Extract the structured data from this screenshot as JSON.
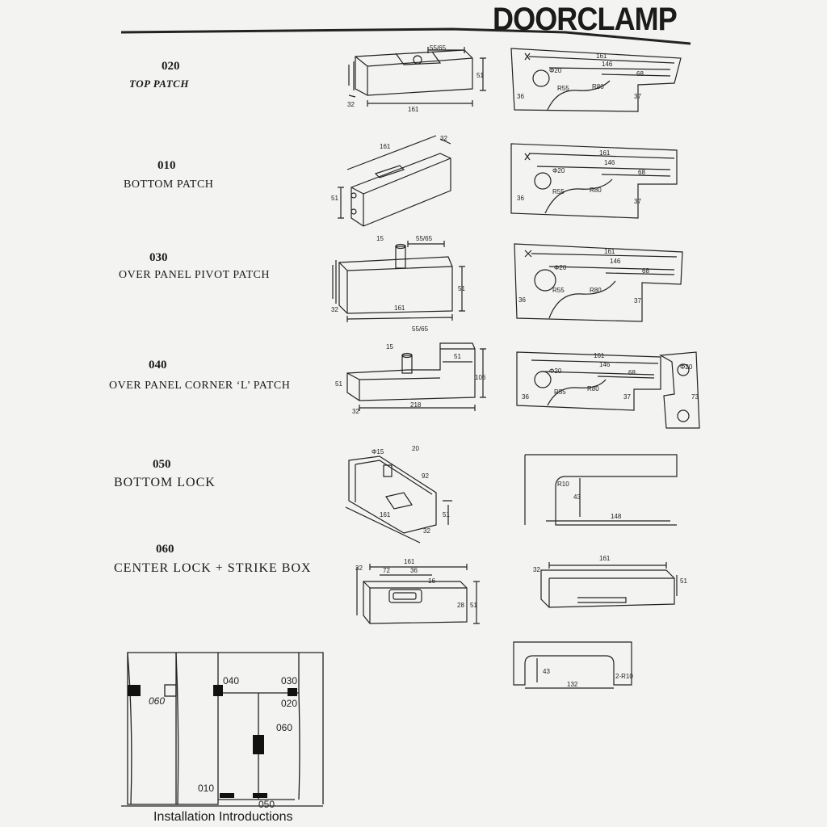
{
  "title": "DOORCLAMP",
  "products": [
    {
      "code": "020",
      "name": "TOP PATCH"
    },
    {
      "code": "010",
      "name": "BOTTOM PATCH"
    },
    {
      "code": "030",
      "name": "OVER PANEL PIVOT PATCH"
    },
    {
      "code": "040",
      "name": "OVER PANEL CORNER ‘L’ PATCH"
    },
    {
      "code": "050",
      "name": "BOTTOM LOCK"
    },
    {
      "code": "060",
      "name": "CENTER LOCK + STRIKE BOX"
    }
  ],
  "dims": {
    "d161": "161",
    "d146": "146",
    "d68": "68",
    "d5565": "55/65",
    "d51": "51",
    "d32": "32",
    "d15": "15",
    "d106": "106",
    "d218": "218",
    "d92": "92",
    "d20": "20",
    "phi15": "Φ15",
    "phi20": "Φ20",
    "r55": "R55",
    "r80": "R80",
    "d37": "37",
    "d36": "36",
    "d43": "43",
    "d148": "148",
    "r10": "R10",
    "d72": "72",
    "d28": "28",
    "d16": "16",
    "d132": "132",
    "r10x2": "2-R10",
    "d73": "73"
  },
  "installation": {
    "caption": "Installation Introductions",
    "labels": {
      "l040": "040",
      "l030": "030",
      "l020": "020",
      "l060a": "060",
      "l060b": "060",
      "l010": "010",
      "l050": "050"
    }
  }
}
